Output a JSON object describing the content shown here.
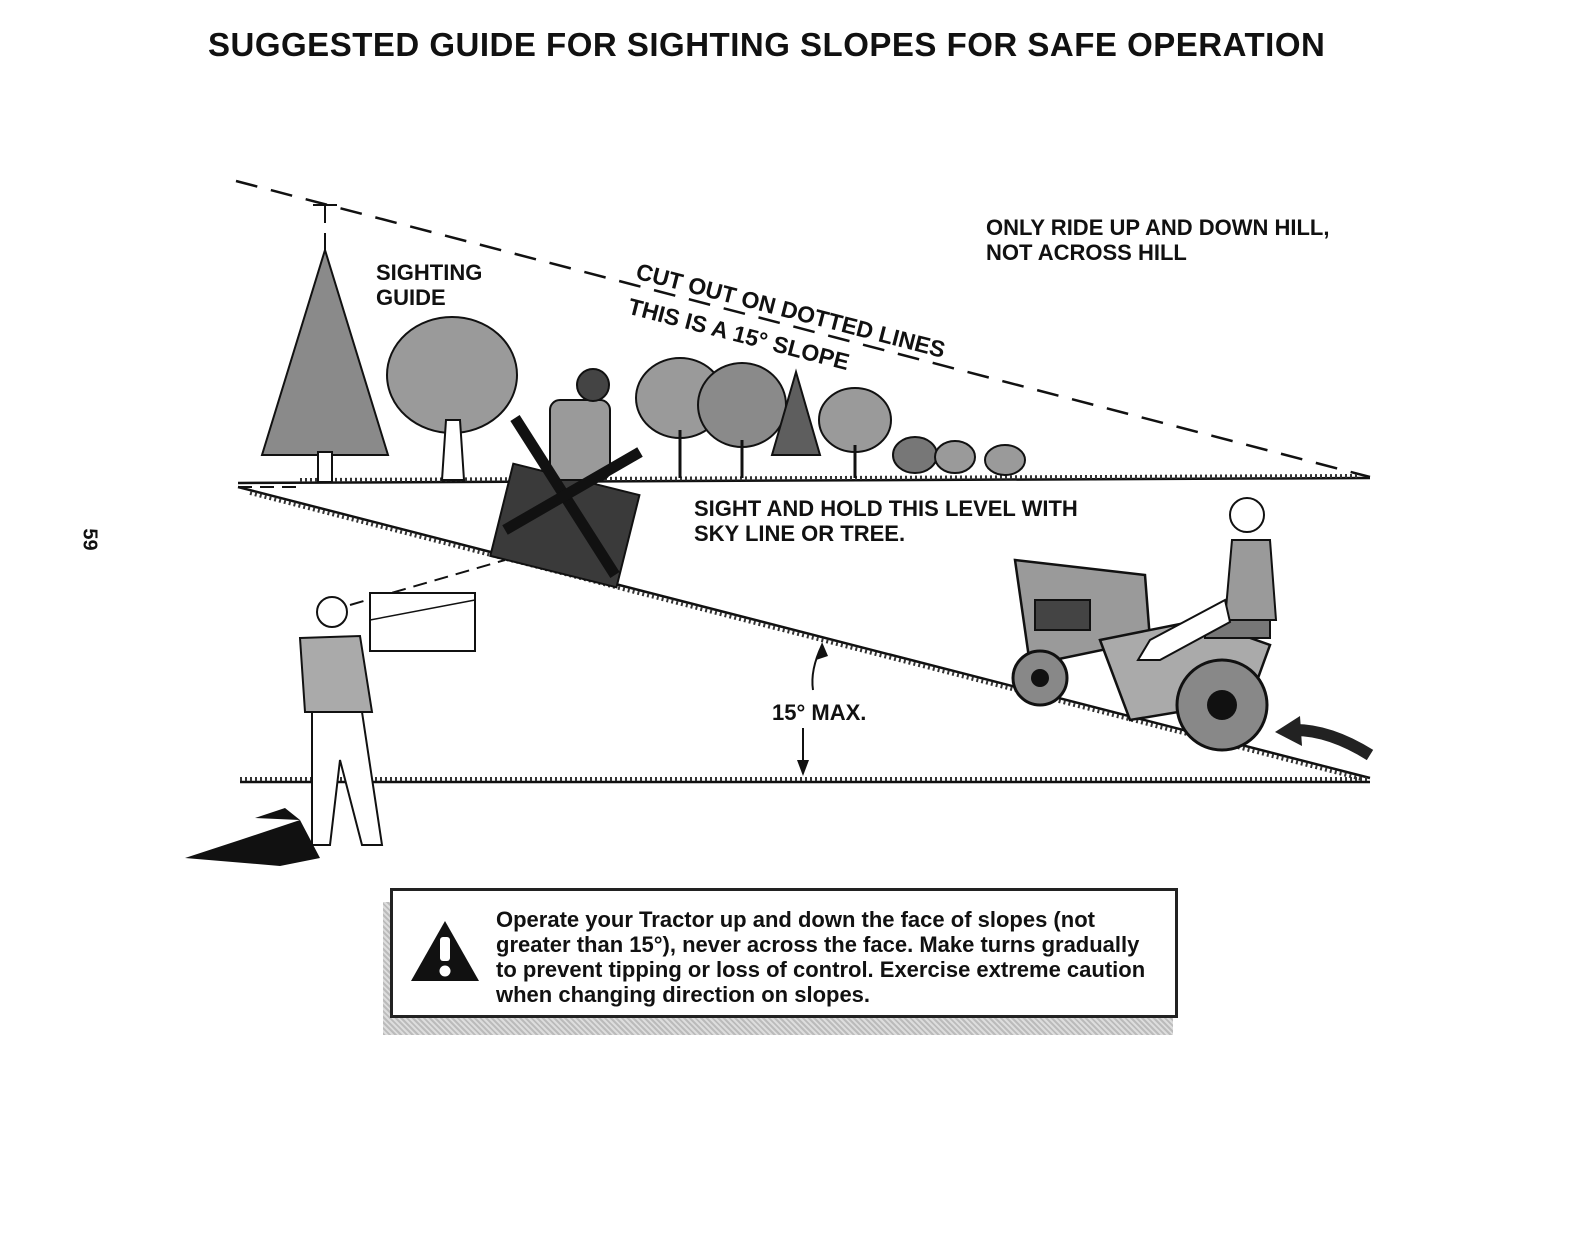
{
  "title": "SUGGESTED GUIDE FOR SIGHTING SLOPES FOR SAFE OPERATION",
  "page_number": "59",
  "labels": {
    "sighting_guide": "SIGHTING\nGUIDE",
    "ride_up_down": "ONLY RIDE UP AND DOWN HILL,\nNOT ACROSS HILL",
    "cut_out": "CUT OUT ON DOTTED LINES",
    "slope_15": "THIS IS A 15° SLOPE",
    "sight_hold": "SIGHT AND HOLD THIS LEVEL WITH\nSKY LINE OR TREE.",
    "max_angle": "15° MAX."
  },
  "warning": {
    "icon": "warning-triangle-icon",
    "text": "Operate your Tractor up and down the face of slopes (not greater than 15°), never across the face. Make turns gradually to prevent tipping or loss of control. Exercise extreme caution when changing direction on slopes."
  },
  "colors": {
    "ink": "#111111",
    "foliage": "#8a8a8a",
    "foliage_dark": "#5e5e5e",
    "tractor_body": "#9a9a9a",
    "background": "#ffffff"
  }
}
